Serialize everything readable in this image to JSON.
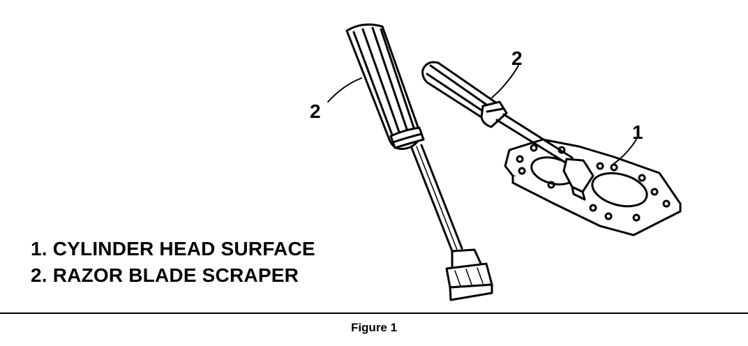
{
  "legend": {
    "items": [
      "1. CYLINDER HEAD SURFACE",
      "2. RAZOR BLADE SCRAPER"
    ]
  },
  "callouts": {
    "left_scraper": "2",
    "right_scraper": "2",
    "cylinder_head": "1"
  },
  "caption": "Figure 1"
}
